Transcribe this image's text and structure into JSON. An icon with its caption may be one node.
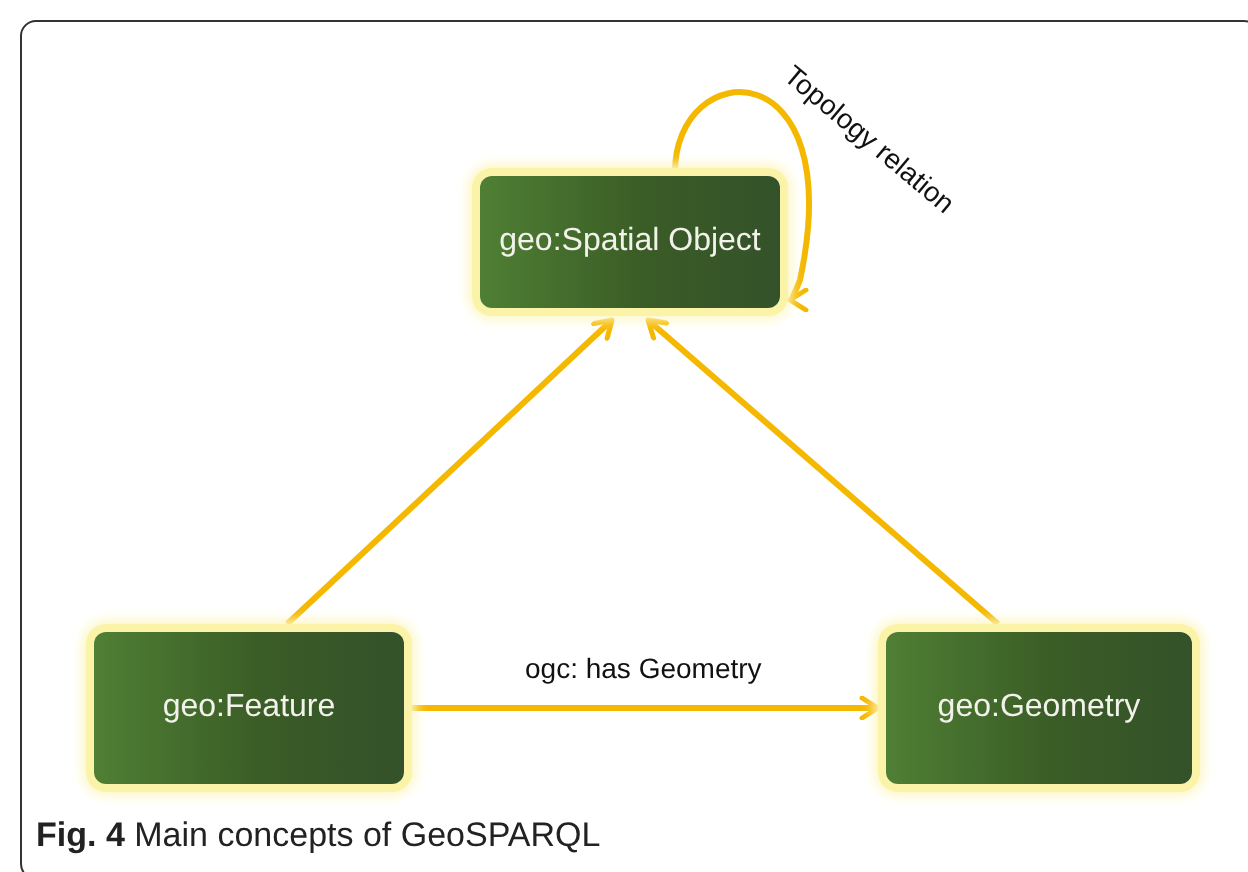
{
  "diagram": {
    "caption": "**Fig. 4** Main concepts of GeoSPARQL",
    "nodes": [
      {
        "text": [
          "geo:Spatial Object"
        ]
      },
      {
        "text": [
          "geo:Feature"
        ]
      },
      {
        "text": [
          "geo:Geometry"
        ]
      }
    ],
    "edges": [
      {
        "from": 1,
        "to": 0,
        "arrow": "to"
      },
      {
        "from": 2,
        "to": 0,
        "arrow": "to"
      },
      {
        "from": 1,
        "to": 2,
        "arrow": "to",
        "label": "ogc: has Geometry"
      },
      {
        "from": 0,
        "to": 0,
        "arrow": "to",
        "label": "Topology relation"
      }
    ]
  }
}
